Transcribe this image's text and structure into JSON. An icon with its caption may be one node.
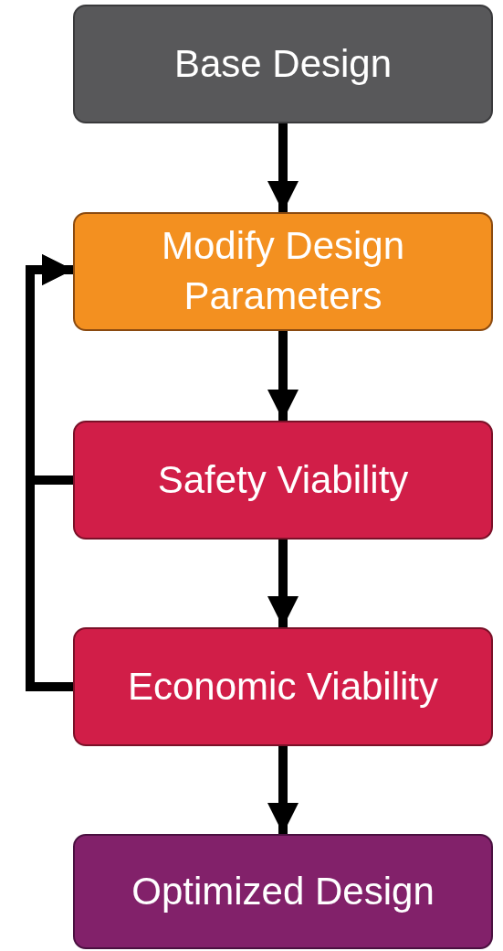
{
  "diagram": {
    "nodes": [
      {
        "text": [
          "Base Design"
        ]
      },
      {
        "text": [
          "Modify Design Parameters"
        ]
      },
      {
        "text": [
          "Safety Viability"
        ]
      },
      {
        "text": [
          "Economic Viability"
        ]
      },
      {
        "text": [
          "Optimized Design"
        ]
      }
    ],
    "edges": [
      {
        "from": 0,
        "to": 1,
        "arrow": "to"
      },
      {
        "from": 1,
        "to": 2,
        "arrow": "to"
      },
      {
        "from": 2,
        "to": 3,
        "arrow": "to"
      },
      {
        "from": 3,
        "to": 4,
        "arrow": "to"
      },
      {
        "from": 2,
        "to": 1,
        "arrow": "to"
      },
      {
        "from": 3,
        "to": 1,
        "arrow": "to"
      }
    ]
  }
}
